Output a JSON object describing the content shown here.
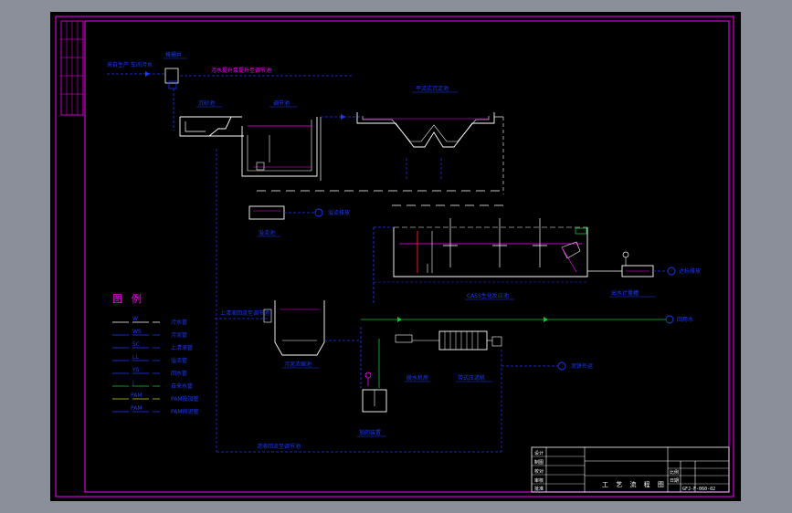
{
  "colors": {
    "background": "#000000",
    "frame": "#ff00ff",
    "pipe_blue": "#1a3cff",
    "pipe_white": "#ffffff",
    "pipe_green": "#00cc33",
    "pipe_red": "#ff2020",
    "window_bg": "#8a8f9a"
  },
  "title_block": {
    "drawing_title": "工 艺 流 程 图",
    "drawing_number": "GFJ-F-060-02",
    "left_labels": [
      "设计",
      "制图",
      "校对",
      "审核",
      "批准"
    ],
    "scale_label": "比例",
    "date_label": "日期"
  },
  "legend": {
    "title": "图例",
    "items": [
      {
        "code": "W",
        "label": "污水管"
      },
      {
        "code": "WS",
        "label": "污泥管"
      },
      {
        "code": "SC",
        "label": "上清液管"
      },
      {
        "code": "LL",
        "label": "溢流管"
      },
      {
        "code": "YS",
        "label": "回水管"
      },
      {
        "code": "J",
        "label": "自来水管"
      },
      {
        "code": "PAM",
        "label": "PAM投加管"
      },
      {
        "code": "PAM",
        "label": "PAM排泥管"
      }
    ]
  },
  "components": {
    "inflow_note": "来自生产\n车间污水",
    "grille": "格栅井",
    "pipe_note_top": "污水提升泵提升至调节池",
    "sand_tank": "沉砂池",
    "adjust_tank": "调节池",
    "flotation": "平流式沉淀池",
    "overflow_tank": "溢流池",
    "discharge": "溢流排放",
    "oxidation_tank": "CASS生化反应池",
    "outlet_well": "出水计量槽",
    "effluent": "达标排放",
    "reuse": "回用水",
    "sludge_tank": "污泥浓缩池",
    "sludge_note": "上清液回流至调节池",
    "pump_room": "脱水机房",
    "filter_press": "带式压滤机",
    "sludge_out": "泥饼外运",
    "dosing_tank": "加药装置",
    "bottom_note": "滤液回流至调节池"
  }
}
